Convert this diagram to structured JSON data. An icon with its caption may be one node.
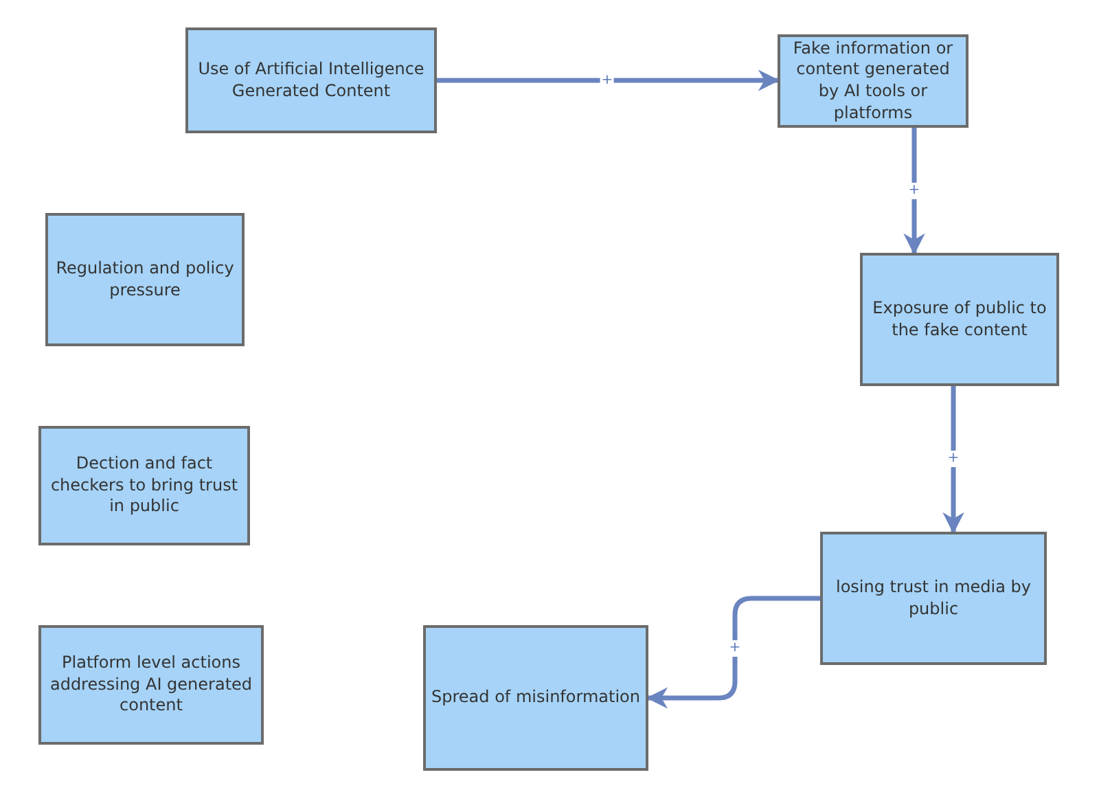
{
  "diagram": {
    "nodes": [
      {
        "text": [
          "Use of Artificial Intelligence Generated Content"
        ]
      },
      {
        "text": [
          "Fake information or content generated by AI tools or platforms"
        ]
      },
      {
        "text": [
          "Regulation and policy pressure"
        ]
      },
      {
        "text": [
          "Exposure of public to the fake content"
        ]
      },
      {
        "text": [
          "Dection and fact checkers to bring trust in public"
        ]
      },
      {
        "text": [
          "losing trust in media by public"
        ]
      },
      {
        "text": [
          "Platform level actions addressing AI generated content"
        ]
      },
      {
        "text": [
          "Spread of misinformation"
        ]
      }
    ],
    "edges": [
      {
        "from": 0,
        "to": 1,
        "arrow": "to",
        "label": "+"
      },
      {
        "from": 1,
        "to": 3,
        "arrow": "to",
        "label": "+"
      },
      {
        "from": 3,
        "to": 5,
        "arrow": "to",
        "label": "+"
      },
      {
        "from": 5,
        "to": 7,
        "arrow": "to",
        "label": "+"
      }
    ]
  }
}
